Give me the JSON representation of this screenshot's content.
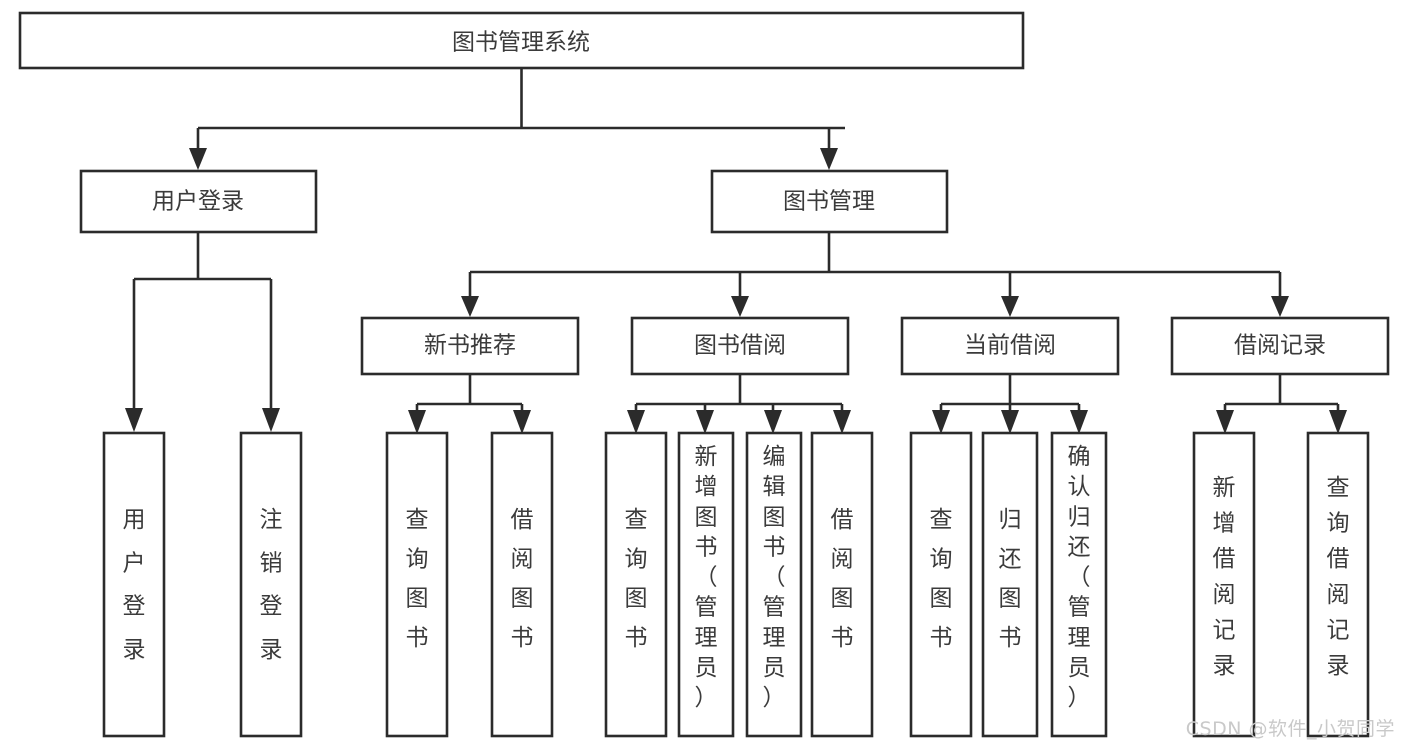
{
  "diagram": {
    "title": "图书管理系统",
    "type": "tree-hierarchy",
    "watermark": "CSDN @软件_小贺同学",
    "colors": {
      "stroke": "#2b2b2b",
      "box_fill": "#ffffff",
      "text": "#3b3b3b",
      "watermark": "#c9c9c9",
      "background": "#ffffff"
    },
    "levels": [
      {
        "level": 1,
        "nodes": [
          {
            "id": "root",
            "label": "图书管理系统",
            "orientation": "horizontal"
          }
        ]
      },
      {
        "level": 2,
        "nodes": [
          {
            "id": "login",
            "label": "用户登录",
            "orientation": "horizontal",
            "parent": "root"
          },
          {
            "id": "bookmgmt",
            "label": "图书管理",
            "orientation": "horizontal",
            "parent": "root"
          }
        ]
      },
      {
        "level": 3,
        "nodes": [
          {
            "id": "newbook",
            "label": "新书推荐",
            "orientation": "horizontal",
            "parent": "bookmgmt"
          },
          {
            "id": "borrow",
            "label": "图书借阅",
            "orientation": "horizontal",
            "parent": "bookmgmt"
          },
          {
            "id": "current",
            "label": "当前借阅",
            "orientation": "horizontal",
            "parent": "bookmgmt"
          },
          {
            "id": "records",
            "label": "借阅记录",
            "orientation": "horizontal",
            "parent": "bookmgmt"
          }
        ]
      },
      {
        "level": 4,
        "nodes": [
          {
            "id": "leaf-user-login",
            "label": "用户登录",
            "orientation": "vertical",
            "parent": "login"
          },
          {
            "id": "leaf-user-logout",
            "label": "注销登录",
            "orientation": "vertical",
            "parent": "login"
          },
          {
            "id": "leaf-query-book-1",
            "label": "查询图书",
            "orientation": "vertical",
            "parent": "newbook"
          },
          {
            "id": "leaf-borrow-book-1",
            "label": "借阅图书",
            "orientation": "vertical",
            "parent": "newbook"
          },
          {
            "id": "leaf-query-book-2",
            "label": "查询图书",
            "orientation": "vertical",
            "parent": "borrow"
          },
          {
            "id": "leaf-add-book",
            "label": "新增图书（管理员）",
            "orientation": "vertical",
            "parent": "borrow"
          },
          {
            "id": "leaf-edit-book",
            "label": "编辑图书（管理员）",
            "orientation": "vertical",
            "parent": "borrow"
          },
          {
            "id": "leaf-borrow-book-2",
            "label": "借阅图书",
            "orientation": "vertical",
            "parent": "borrow"
          },
          {
            "id": "leaf-query-book-3",
            "label": "查询图书",
            "orientation": "vertical",
            "parent": "current"
          },
          {
            "id": "leaf-return-book",
            "label": "归还图书",
            "orientation": "vertical",
            "parent": "current"
          },
          {
            "id": "leaf-confirm-return",
            "label": "确认归还（管理员）",
            "orientation": "vertical",
            "parent": "current"
          },
          {
            "id": "leaf-add-record",
            "label": "新增借阅记录",
            "orientation": "vertical",
            "parent": "records"
          },
          {
            "id": "leaf-query-record",
            "label": "查询借阅记录",
            "orientation": "vertical",
            "parent": "records"
          }
        ]
      }
    ]
  }
}
